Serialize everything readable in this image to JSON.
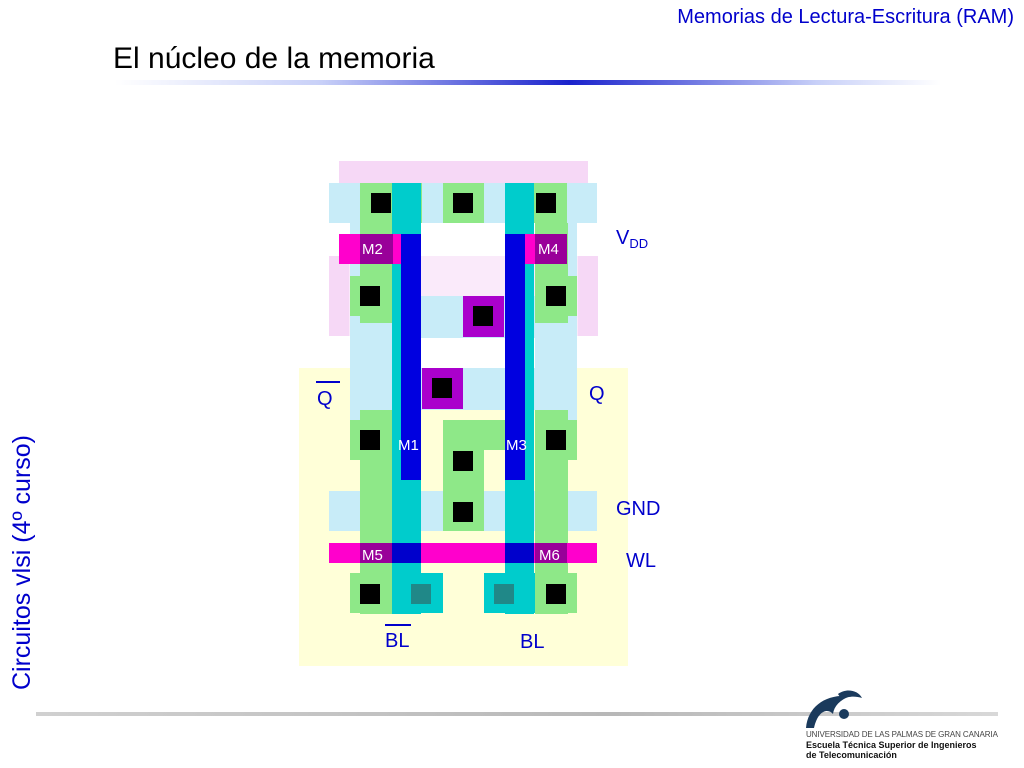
{
  "header": {
    "course_title": "Memorias de Lectura-Escritura (RAM)"
  },
  "slide": {
    "title": "El núcleo de la memoria"
  },
  "side": {
    "course": "Circuitos vlsi (4º curso)"
  },
  "diagram": {
    "transistors": {
      "m1": "M1",
      "m2": "M2",
      "m3": "M3",
      "m4": "M4",
      "m5": "M5",
      "m6": "M6"
    },
    "labels": {
      "vdd_main": "V",
      "vdd_sub": "DD",
      "q": "Q",
      "q_bar": "Q",
      "gnd": "GND",
      "wl": "WL",
      "bl": "BL",
      "bl_bar": "BL"
    },
    "colors": {
      "nwell": "#f6d8f6",
      "pwell": "#ffffd8",
      "diffusion": "#8ee888",
      "metal1": "#c8ecf8",
      "metal_cyan": "#00cccc",
      "poly": "#ff00cc",
      "gate": "#990099",
      "metal2": "#0000e0",
      "contact": "#000000",
      "via": "#208888"
    }
  },
  "footer": {
    "university": "UNIVERSIDAD DE LAS PALMAS DE GRAN CANARIA",
    "school_line1": "Escuela Técnica Superior de Ingenieros",
    "school_line2": "de Telecomunicación"
  }
}
